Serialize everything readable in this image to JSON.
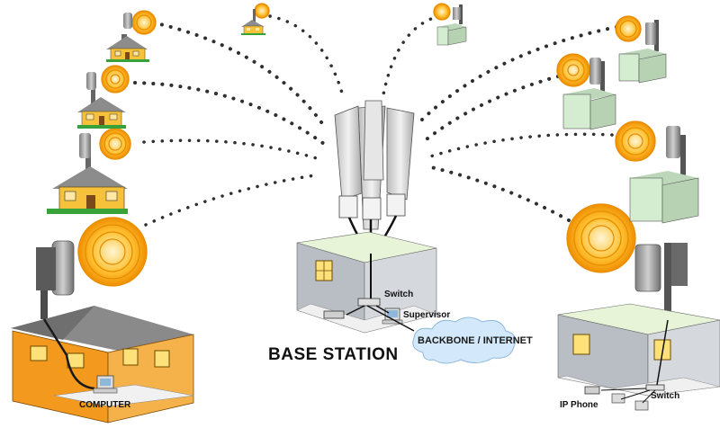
{
  "labels": {
    "base_station": "BASE STATION",
    "backbone": "BACKBONE / INTERNET",
    "switch_center": "Switch",
    "supervisor": "Supervisor",
    "computer": "COMPUTER",
    "ip_phone": "IP Phone",
    "switch_right": "Switch"
  },
  "colors": {
    "house_orange": "#f39a1e",
    "house_yellow": "#f6c23c",
    "roof_grey": "#8c8c8c",
    "wall_grey": "#c9cdd3",
    "floor_green": "#e9f3d8",
    "building_green": "#d4ecd0",
    "signal_orange": "#f2a100",
    "cloud_blue": "#d3e9fb",
    "dots": "#333333"
  }
}
